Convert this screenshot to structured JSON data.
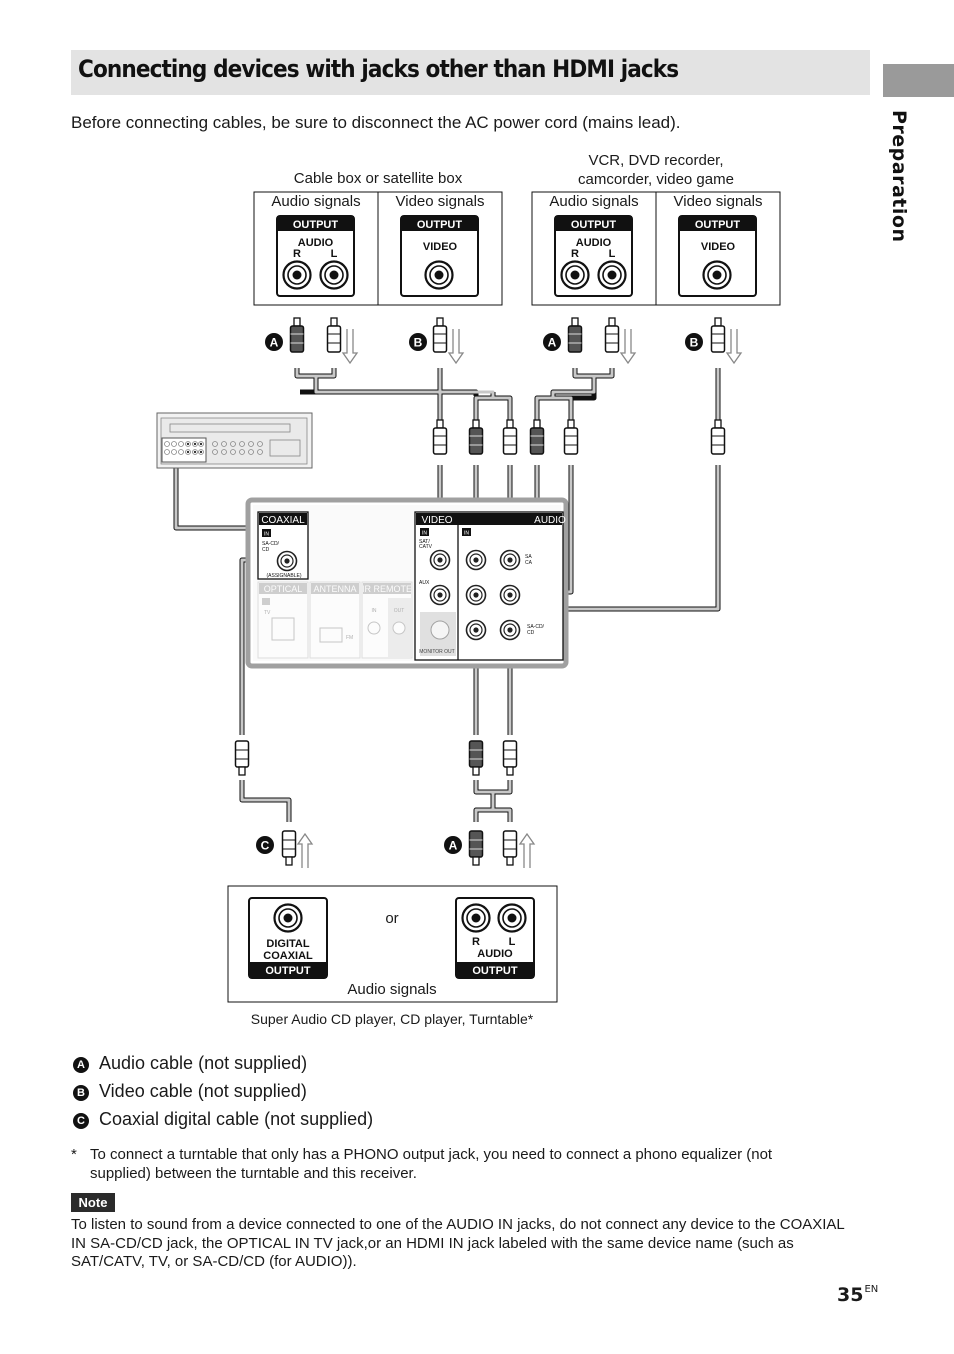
{
  "page": {
    "title": "Connecting devices with jacks other than HDMI jacks",
    "section_tab": "Preparation",
    "intro": "Before connecting cables, be sure to disconnect the AC power cord (mains lead).",
    "page_number": "35",
    "page_suffix": "EN"
  },
  "diagram": {
    "source1_name": "Cable box or satellite box",
    "source2_name_line1": "VCR, DVD recorder,",
    "source2_name_line2": "camcorder, video game",
    "audio_signals": "Audio signals",
    "video_signals": "Video signals",
    "output": "OUTPUT",
    "audio": "AUDIO",
    "video": "VIDEO",
    "r": "R",
    "l": "L",
    "cable_a": "A",
    "cable_b": "B",
    "cable_c": "C",
    "panel": {
      "coaxial": "COAXIAL",
      "in": "IN",
      "sacd_cd": "SA-CD/\nCD",
      "assignable": "(ASSIGNABLE)",
      "optical": "OPTICAL",
      "tv": "TV",
      "antenna": "ANTENNA",
      "fm": "FM",
      "ir_remote": "IR REMOTE",
      "ir_in": "IN",
      "ir_out": "OUT",
      "video_header": "VIDEO",
      "audio_header": "AUDIO",
      "sat_catv": "SAT/\nCATV",
      "aux": "AUX",
      "monitor_out": "MONITOR OUT"
    },
    "bottom": {
      "digital": "DIGITAL",
      "coaxial": "COAXIAL",
      "or": "or",
      "audio_signals": "Audio signals",
      "device_name": "Super Audio CD player, CD player, Turntable*"
    }
  },
  "legend": [
    {
      "badge": "A",
      "text": "Audio cable (not supplied)"
    },
    {
      "badge": "B",
      "text": "Video cable (not supplied)"
    },
    {
      "badge": "C",
      "text": "Coaxial digital cable (not supplied)"
    }
  ],
  "footnote": {
    "mark": "*",
    "text": "To connect a turntable that only has a PHONO output jack, you need to connect a phono equalizer (not supplied) between the turntable and this receiver."
  },
  "note": {
    "label": "Note",
    "text": "To listen to sound from a device connected to one of the AUDIO IN jacks, do not connect any device to the COAXIAL IN SA-CD/CD jack, the OPTICAL IN TV jack,or an HDMI IN jack labeled with the same device name (such as SAT/CATV, TV, or SA-CD/CD (for AUDIO))."
  }
}
